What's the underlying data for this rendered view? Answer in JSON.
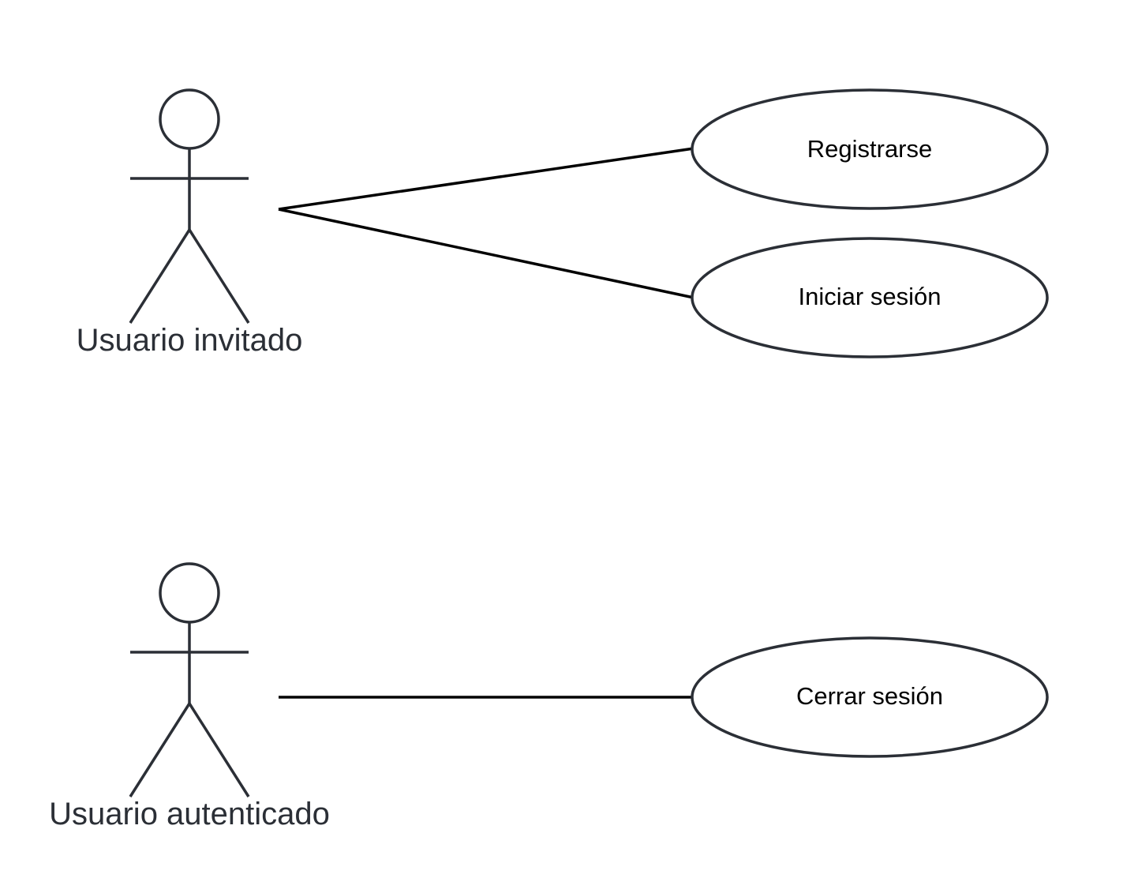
{
  "diagram": {
    "actors": [
      {
        "id": "guest",
        "label": "Usuario invitado"
      },
      {
        "id": "auth",
        "label": "Usuario autenticado"
      }
    ],
    "use_cases": [
      {
        "id": "register",
        "label": "Registrarse"
      },
      {
        "id": "login",
        "label": "Iniciar sesión"
      },
      {
        "id": "logout",
        "label": "Cerrar sesión"
      }
    ],
    "associations": [
      {
        "from": "guest",
        "to": "register"
      },
      {
        "from": "guest",
        "to": "login"
      },
      {
        "from": "auth",
        "to": "logout"
      }
    ],
    "colors": {
      "stroke": "#2b2f36",
      "line": "#000000",
      "background": "#ffffff"
    }
  }
}
